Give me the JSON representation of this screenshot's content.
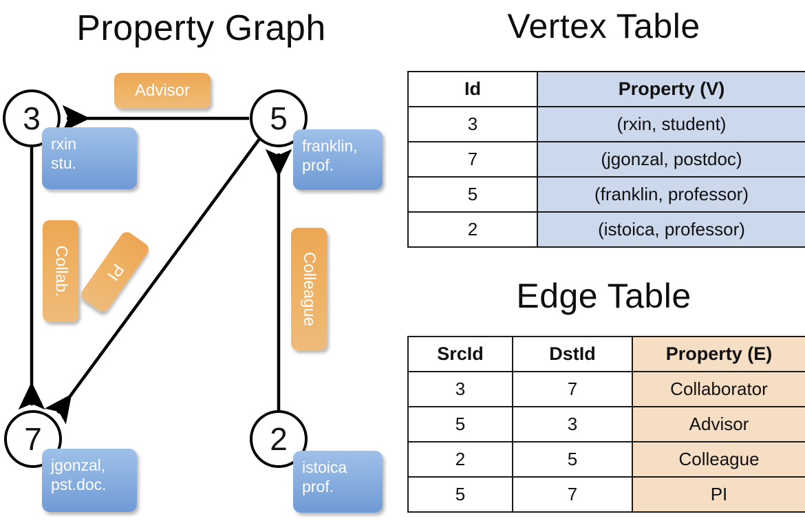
{
  "titles": {
    "graph": "Property Graph",
    "vertex_table": "Vertex Table",
    "edge_table": "Edge Table"
  },
  "graph": {
    "nodes": [
      {
        "id": "3",
        "property": "rxin\nstu."
      },
      {
        "id": "5",
        "property": "franklin,\nprof."
      },
      {
        "id": "7",
        "property": "jgonzal,\npst.doc."
      },
      {
        "id": "2",
        "property": "istoica\nprof."
      }
    ],
    "node_labels": {
      "n3": "3",
      "n5": "5",
      "n7": "7",
      "n2": "2"
    },
    "vertex_props": {
      "rxin_line1": "rxin",
      "rxin_line2": "stu.",
      "franklin_line1": "franklin,",
      "franklin_line2": "prof.",
      "jgonzal_line1": "jgonzal,",
      "jgonzal_line2": "pst.doc.",
      "istoica_line1": "istoica",
      "istoica_line2": "prof."
    },
    "edge_labels": {
      "advisor": "Advisor",
      "collab": "Collab.",
      "pi": "PI",
      "colleague": "Colleague"
    },
    "edges": [
      {
        "from": "5",
        "to": "3",
        "label": "Advisor"
      },
      {
        "from": "3",
        "to": "7",
        "label": "Collab."
      },
      {
        "from": "5",
        "to": "7",
        "label": "PI"
      },
      {
        "from": "2",
        "to": "5",
        "label": "Colleague"
      }
    ]
  },
  "vertex_table": {
    "headers": [
      "Id",
      "Property (V)"
    ],
    "rows": [
      {
        "id": "3",
        "property": "(rxin, student)"
      },
      {
        "id": "7",
        "property": "(jgonzal, postdoc)"
      },
      {
        "id": "5",
        "property": "(franklin, professor)"
      },
      {
        "id": "2",
        "property": "(istoica, professor)"
      }
    ]
  },
  "edge_table": {
    "headers": [
      "SrcId",
      "DstId",
      "Property (E)"
    ],
    "rows": [
      {
        "src": "3",
        "dst": "7",
        "property": "Collaborator"
      },
      {
        "src": "5",
        "dst": "3",
        "property": "Advisor"
      },
      {
        "src": "2",
        "dst": "5",
        "property": "Colleague"
      },
      {
        "src": "5",
        "dst": "7",
        "property": "PI"
      }
    ]
  },
  "colors": {
    "vertex_header_fill": "#ccd9ec",
    "edge_header_fill": "#f6dec5",
    "vertex_callout": "#8ab0e0",
    "edge_callout": "#efb264",
    "stroke": "#000000",
    "background": "#ffffff"
  }
}
